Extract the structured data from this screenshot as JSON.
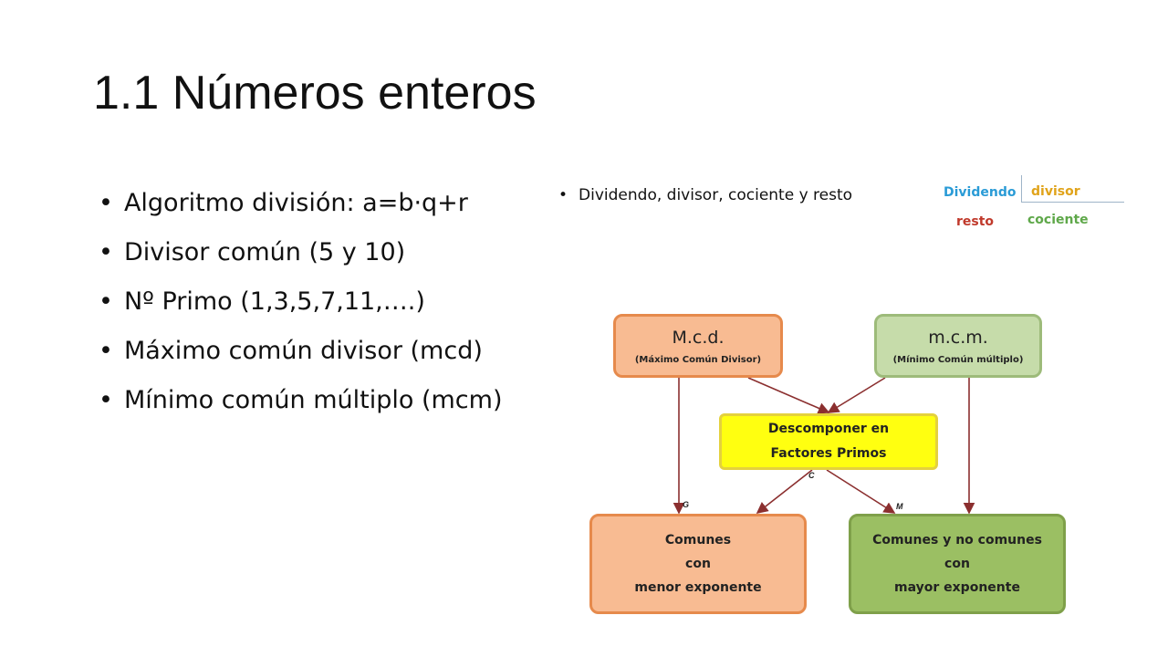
{
  "slide": {
    "title": "1.1 Números enteros",
    "bullets": [
      "Algoritmo división: a=b·q+r",
      "Divisor común (5 y 10)",
      "Nº Primo (1,3,5,7,11,….)",
      "Máximo común divisor (mcd)",
      "Mínimo común múltiplo (mcm)"
    ],
    "right_bullet": "Dividendo, divisor, cociente y resto"
  },
  "division": {
    "dividendo": "Dividendo",
    "divisor": "divisor",
    "resto": "resto",
    "cociente": "cociente"
  },
  "diagram": {
    "mcd_title": "M.c.d.",
    "mcd_sub": "(Máximo Común Divisor)",
    "mcm_title": "m.c.m.",
    "mcm_sub": "(Mínimo Común múltiplo)",
    "desc_line1": "Descomponer en",
    "desc_line2": "Factores Primos",
    "comunes_line1": "Comunes",
    "comunes_line2": "con",
    "comunes_line3": "menor exponente",
    "nocomunes_line1": "Comunes y no comunes",
    "nocomunes_line2": "con",
    "nocomunes_line3": "mayor exponente",
    "label_g": "G",
    "label_c": "C",
    "label_m": "M"
  },
  "colors": {
    "orange_fill": "#f8bb92",
    "green_light_fill": "#c6dcaa",
    "yellow_fill": "#ffff10",
    "green_fill": "#9bbf63",
    "arrow": "#8b2f2f"
  }
}
